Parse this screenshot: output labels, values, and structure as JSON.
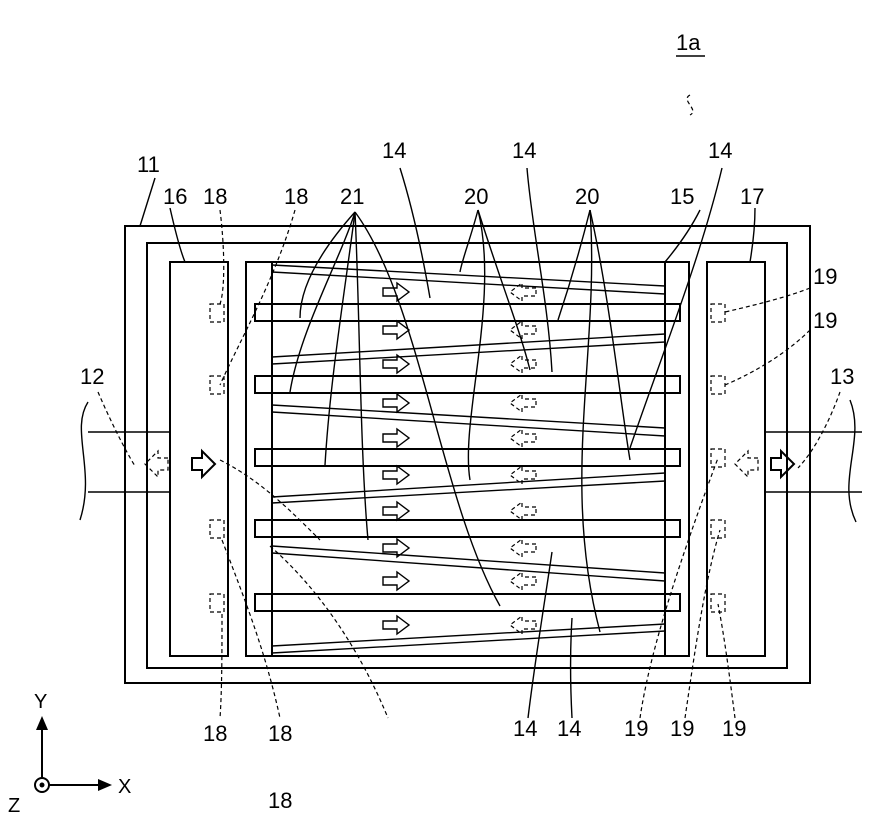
{
  "figure": {
    "device_label": "1a",
    "labels": {
      "housing": "11",
      "inlet": "12",
      "outlet": "13",
      "channel": "14",
      "body": "15",
      "inlet_manifold": "16",
      "outlet_manifold": "17",
      "inlet_port": "18",
      "outlet_port": "19",
      "wall": "20",
      "plate": "21"
    },
    "axes": {
      "x": "X",
      "y": "Y",
      "z": "Z"
    }
  }
}
